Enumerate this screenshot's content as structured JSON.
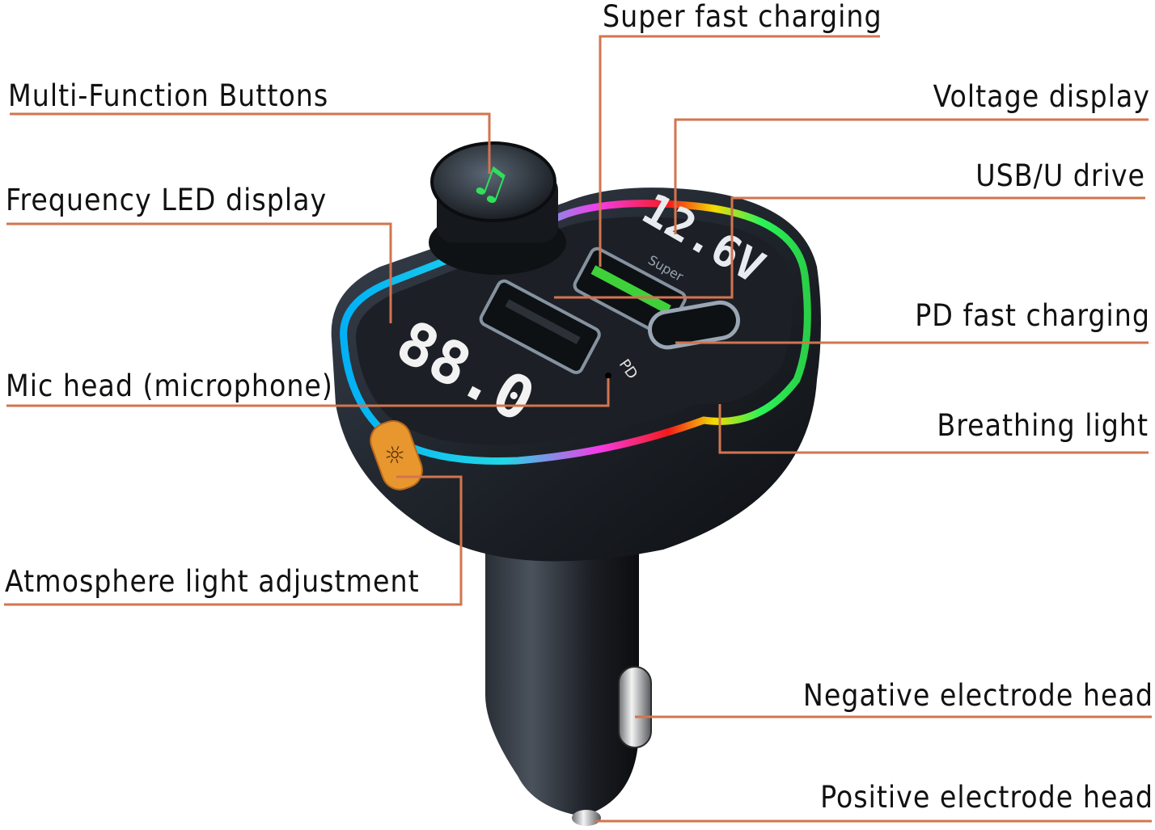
{
  "callouts": {
    "super_fast_charging": "Super fast charging",
    "multi_function_buttons": "Multi-Function Buttons",
    "voltage_display": "Voltage display",
    "frequency_led_display": "Frequency LED display",
    "usb_u_drive": "USB/U drive",
    "pd_fast_charging": "PD fast charging",
    "mic_head": "Mic head (microphone)",
    "breathing_light": "Breathing light",
    "atmosphere_light_adjustment": "Atmosphere light adjustment",
    "negative_electrode_head": "Negative electrode head",
    "positive_electrode_head": "Positive electrode head"
  },
  "device": {
    "frequency_readout": "88.0",
    "voltage_readout": "12.6V",
    "port_label_super": "Super",
    "port_label_pd": "PD"
  },
  "colors": {
    "leader_line": "#d2754f",
    "label_text": "#111111",
    "device_body": "#23272d",
    "fast_port_green": "#3fd13a",
    "button_orange": "#e8962e"
  }
}
